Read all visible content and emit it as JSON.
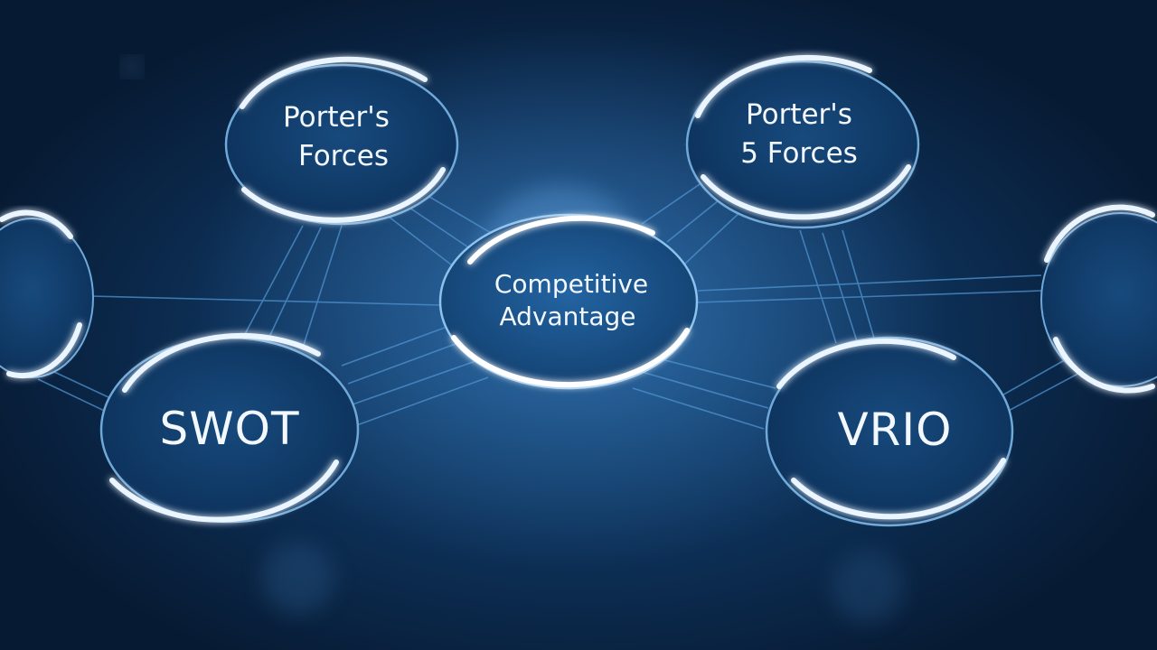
{
  "nodes": {
    "porters_forces": [
      "Porter's",
      "Forces"
    ],
    "porters_5_forces": [
      "Porter's",
      "5 Forces"
    ],
    "competitive_advantage": [
      "Competitive",
      "Advantage"
    ],
    "swot": "SWOT",
    "vrio": "VRIO"
  },
  "colors": {
    "background": "#0b2747",
    "line": "#4f93cf",
    "ring_dark": "#6fa9d9",
    "ring_bright": "#eaf5ff",
    "node_fill": "#0f3a66",
    "text": "#f3f8ff"
  }
}
